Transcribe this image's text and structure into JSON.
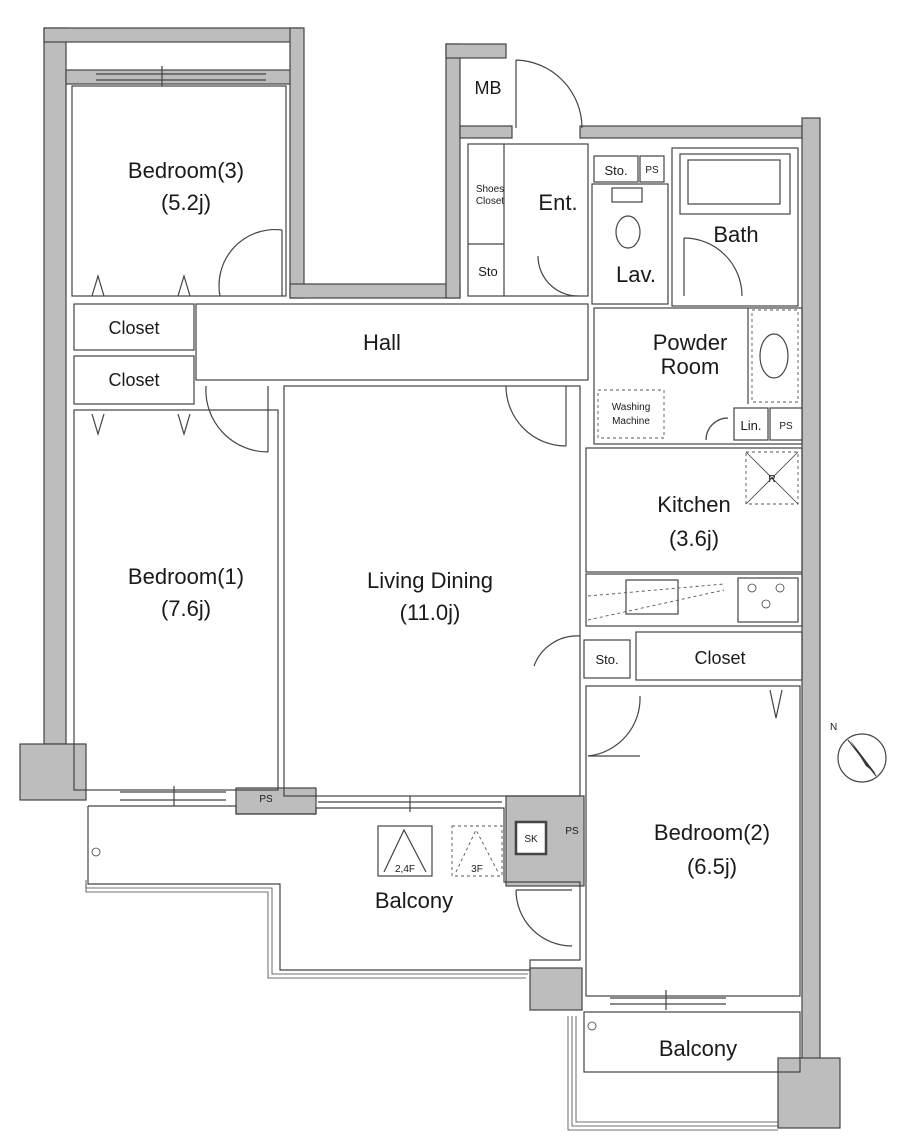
{
  "rooms": {
    "bedroom3": {
      "name": "Bedroom(3)",
      "size": "(5.2j)"
    },
    "bedroom1": {
      "name": "Bedroom(1)",
      "size": "(7.6j)"
    },
    "bedroom2": {
      "name": "Bedroom(2)",
      "size": "(6.5j)"
    },
    "living": {
      "name": "Living Dining",
      "size": "(11.0j)"
    },
    "kitchen": {
      "name": "Kitchen",
      "size": "(3.6j)"
    },
    "hall": "Hall",
    "powder": {
      "line1": "Powder",
      "line2": "Room"
    },
    "bath": "Bath",
    "lav": "Lav.",
    "ent": "Ent.",
    "balcony_main": "Balcony",
    "balcony_small": "Balcony"
  },
  "fixtures": {
    "closet_upper": "Closet",
    "closet_lower": "Closet",
    "closet_right": "Closet",
    "sto_entry": "Sto.",
    "sto_lower": "Sto",
    "sto_right": "Sto.",
    "shoes_line1": "Shoes",
    "shoes_line2": "Closet",
    "mb": "MB",
    "ps_top": "PS",
    "ps_lin": "PS",
    "ps_balcony_left": "PS",
    "ps_balcony_right": "PS",
    "lin": "Lin.",
    "washing_line1": "Washing",
    "washing_line2": "Machine",
    "sk": "SK",
    "hatch_24f": "2,4F",
    "hatch_3f": "3F",
    "fridge_mark": "R"
  },
  "compass": {
    "north": "N"
  }
}
